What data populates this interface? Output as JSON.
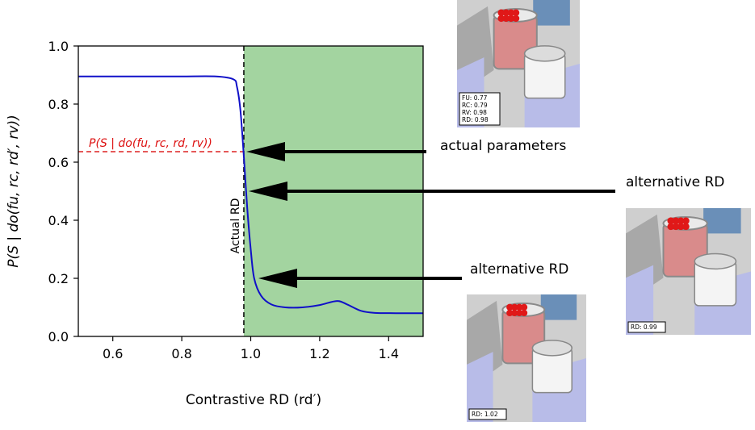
{
  "chart_data": {
    "type": "line",
    "title": "",
    "xlabel": "Contrastive RD (rd′)",
    "ylabel": "P(S | do(fu, rc, rd′, rv))",
    "xlim": [
      0.5,
      1.5
    ],
    "ylim": [
      0.0,
      1.0
    ],
    "xticks": [
      "0.6",
      "0.8",
      "1.0",
      "1.2",
      "1.4"
    ],
    "yticks": [
      "0.0",
      "0.2",
      "0.4",
      "0.6",
      "0.8",
      "1.0"
    ],
    "grid": false,
    "series": [
      {
        "color": "#1010c8",
        "x": [
          0.5,
          0.6,
          0.7,
          0.8,
          0.9,
          0.95,
          0.96,
          0.97,
          0.98,
          0.99,
          1.0,
          1.01,
          1.03,
          1.06,
          1.1,
          1.15,
          1.2,
          1.25,
          1.28,
          1.32,
          1.36,
          1.42,
          1.5
        ],
        "y": [
          0.895,
          0.895,
          0.895,
          0.895,
          0.895,
          0.885,
          0.86,
          0.78,
          0.62,
          0.44,
          0.3,
          0.2,
          0.14,
          0.11,
          0.1,
          0.1,
          0.108,
          0.122,
          0.11,
          0.088,
          0.081,
          0.08,
          0.08
        ]
      }
    ],
    "shaded_region": {
      "x_start": 0.98,
      "x_end": 1.5,
      "color": "#a3d4a0"
    },
    "reference_line": {
      "y": 0.636,
      "color": "#dd2222",
      "label": "P(S | do(fu, rc, rd, rv))"
    },
    "vertical_line": {
      "x": 0.98,
      "color": "#000000",
      "label": "Actual RD"
    }
  },
  "annotations": {
    "actual": "actual parameters",
    "alt1": "alternative RD",
    "alt2": "alternative RD"
  },
  "arrow_targets": {
    "actual_y": 0.636,
    "alt1_y": 0.5,
    "alt2_y": 0.2
  },
  "thumbnails": {
    "top": {
      "lines": [
        "FU: 0.77",
        "RC: 0.79",
        "RV: 0.98",
        "RD: 0.98"
      ]
    },
    "right": {
      "lines": [
        "RD: 0.99"
      ]
    },
    "bottom": {
      "lines": [
        "RD: 1.02"
      ]
    }
  },
  "colors": {
    "green": "#a3d4a0",
    "curve": "#1010c8",
    "reference": "#dd2222",
    "scene_floor": "#cfcfcf",
    "scene_block": "#b8bce8",
    "cup": "#d98b8b",
    "ball": "#e01818"
  }
}
